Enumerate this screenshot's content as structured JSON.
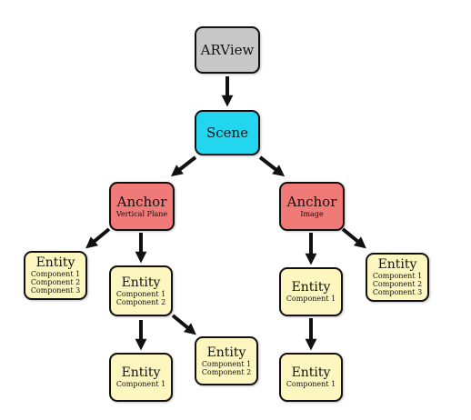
{
  "colors": {
    "arview": "#c7c7c7",
    "scene": "#23d6ef",
    "anchor": "#f07a78",
    "entity": "#fdf6be",
    "arrow": "#111111"
  },
  "nodes": {
    "arview": {
      "title": "ARView"
    },
    "scene": {
      "title": "Scene"
    },
    "anchor_left": {
      "title": "Anchor",
      "subtitle": "Vertical Plane"
    },
    "anchor_right": {
      "title": "Anchor",
      "subtitle": "Image"
    },
    "entity_ll": {
      "title": "Entity",
      "components": [
        "Component 1",
        "Component 2",
        "Component 3"
      ]
    },
    "entity_lm": {
      "title": "Entity",
      "components": [
        "Component 1",
        "Component 2"
      ]
    },
    "entity_lm_c1": {
      "title": "Entity",
      "components": [
        "Component 1"
      ]
    },
    "entity_lm_c2": {
      "title": "Entity",
      "components": [
        "Component 1",
        "Component 2"
      ]
    },
    "entity_rm": {
      "title": "Entity",
      "components": [
        "Component 1"
      ]
    },
    "entity_rm_c1": {
      "title": "Entity",
      "components": [
        "Component 1"
      ]
    },
    "entity_rr": {
      "title": "Entity",
      "components": [
        "Component 1",
        "Component 2",
        "Component 3"
      ]
    }
  }
}
